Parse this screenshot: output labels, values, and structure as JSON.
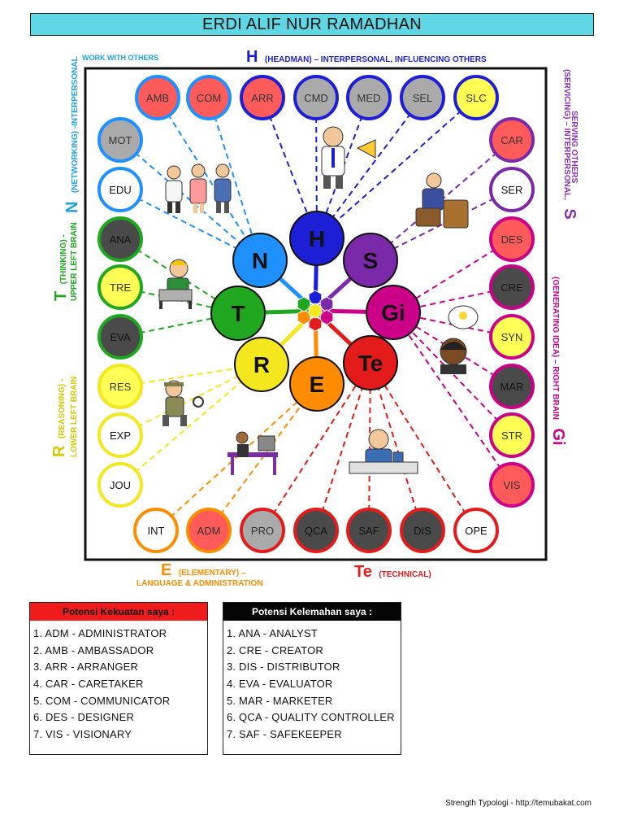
{
  "title": "ERDI ALIF NUR RAMADHAN",
  "labels": {
    "work_with_others": "WORK WITH OTHERS",
    "h_letter": "H",
    "h_desc": "(HEADMAN) – INTERPERSONAL, INFLUENCING OTHERS",
    "n_letter": "N",
    "n_desc": "(NETWORKING) -INTERPERSONAL",
    "t_letter": "T",
    "t_desc1": "(THINKING) -",
    "t_desc2": "UPPER LEFT BRAIN",
    "r_letter": "R",
    "r_desc1": "(REASONING) -",
    "r_desc2": "LOWER LEFT BRAIN",
    "s_letter": "S",
    "s_desc1": "(SERVICING) – INTERPERSONAL,",
    "s_desc2": "SERVING OTHERS",
    "gi_letter": "Gi",
    "gi_desc": "(GENERATING IDEA) – RIGHT BRAIN",
    "e_letter": "E",
    "e_desc1": "(ELEMENTARY) –",
    "e_desc2": "LANGUAGE & ADMINISTRATION",
    "te_letter": "Te",
    "te_desc": "(TECHNICAL)"
  },
  "colors": {
    "H": "#1d1fd6",
    "N": "#1e90ff",
    "T": "#1fa81f",
    "R": "#f5e71e",
    "E": "#ff8c00",
    "Te": "#e41b1b",
    "Gi": "#cc0088",
    "S": "#7a2aa8",
    "strong": "#ff5b5b",
    "weak": "#4a4a4a",
    "light": "#aaaaaa",
    "bright_yellow": "#ffff55",
    "white": "#ffffff"
  },
  "hubs": [
    {
      "key": "H",
      "label": "H"
    },
    {
      "key": "S",
      "label": "S"
    },
    {
      "key": "Gi",
      "label": "Gi"
    },
    {
      "key": "Te",
      "label": "Te"
    },
    {
      "key": "E",
      "label": "E"
    },
    {
      "key": "R",
      "label": "R"
    },
    {
      "key": "T",
      "label": "T"
    },
    {
      "key": "N",
      "label": "N"
    }
  ],
  "roles": [
    {
      "code": "AMB",
      "group": "N",
      "fill": "strong"
    },
    {
      "code": "COM",
      "group": "N",
      "fill": "strong"
    },
    {
      "code": "ARR",
      "group": "H",
      "fill": "strong"
    },
    {
      "code": "CMD",
      "group": "H",
      "fill": "light"
    },
    {
      "code": "MED",
      "group": "H",
      "fill": "light"
    },
    {
      "code": "SEL",
      "group": "H",
      "fill": "light"
    },
    {
      "code": "SLC",
      "group": "H",
      "fill": "bright_yellow"
    },
    {
      "code": "MOT",
      "group": "N",
      "fill": "light"
    },
    {
      "code": "EDU",
      "group": "N",
      "fill": "white"
    },
    {
      "code": "ANA",
      "group": "T",
      "fill": "weak"
    },
    {
      "code": "TRE",
      "group": "T",
      "fill": "bright_yellow"
    },
    {
      "code": "EVA",
      "group": "T",
      "fill": "weak"
    },
    {
      "code": "RES",
      "group": "R",
      "fill": "bright_yellow"
    },
    {
      "code": "EXP",
      "group": "R",
      "fill": "white"
    },
    {
      "code": "JOU",
      "group": "R",
      "fill": "white"
    },
    {
      "code": "CAR",
      "group": "S",
      "fill": "strong"
    },
    {
      "code": "SER",
      "group": "S",
      "fill": "white"
    },
    {
      "code": "DES",
      "group": "Gi",
      "fill": "strong"
    },
    {
      "code": "CRE",
      "group": "Gi",
      "fill": "weak"
    },
    {
      "code": "SYN",
      "group": "Gi",
      "fill": "bright_yellow"
    },
    {
      "code": "MAR",
      "group": "Gi",
      "fill": "weak"
    },
    {
      "code": "STR",
      "group": "Gi",
      "fill": "bright_yellow"
    },
    {
      "code": "VIS",
      "group": "Gi",
      "fill": "strong"
    },
    {
      "code": "INT",
      "group": "E",
      "fill": "white"
    },
    {
      "code": "ADM",
      "group": "E",
      "fill": "strong"
    },
    {
      "code": "PRO",
      "group": "Te",
      "fill": "light"
    },
    {
      "code": "QCA",
      "group": "Te",
      "fill": "weak"
    },
    {
      "code": "SAF",
      "group": "Te",
      "fill": "weak"
    },
    {
      "code": "DIS",
      "group": "Te",
      "fill": "weak"
    },
    {
      "code": "OPE",
      "group": "Te",
      "fill": "white"
    }
  ],
  "strengths": {
    "header": "Potensi Kekuatan saya :",
    "items": [
      "1. ADM - ADMINISTRATOR",
      "2. AMB - AMBASSADOR",
      "3. ARR - ARRANGER",
      "4. CAR - CARETAKER",
      "5. COM - COMMUNICATOR",
      "6. DES - DESIGNER",
      "7. VIS - VISIONARY"
    ]
  },
  "weaknesses": {
    "header": "Potensi Kelemahan saya :",
    "items": [
      "1. ANA - ANALYST",
      "2. CRE - CREATOR",
      "3. DIS - DISTRIBUTOR",
      "4. EVA - EVALUATOR",
      "5. MAR - MARKETER",
      "6. QCA - QUALITY CONTROLLER",
      "7. SAF - SAFEKEEPER"
    ]
  },
  "footer": "Strength Typologi - http://temubakat.com"
}
